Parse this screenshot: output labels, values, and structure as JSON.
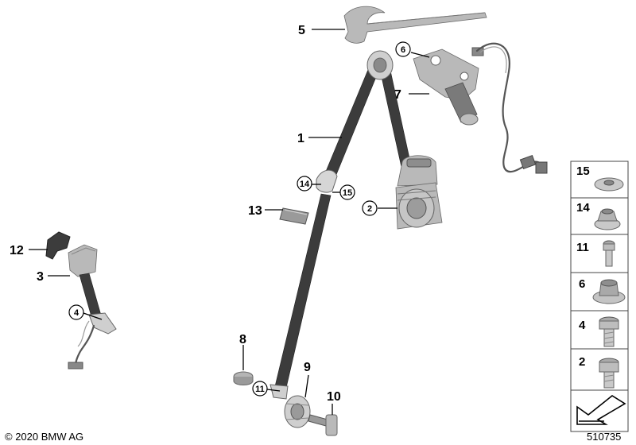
{
  "callouts": {
    "c1": "1",
    "c2": "2",
    "c3": "3",
    "c4": "4",
    "c5": "5",
    "c6": "6",
    "c7": "7",
    "c8": "8",
    "c9": "9",
    "c10": "10",
    "c11": "11",
    "c12": "12",
    "c13": "13",
    "c14": "14",
    "c15": "15"
  },
  "side_panel": {
    "p15": "15",
    "p14": "14",
    "p11": "11",
    "p6": "6",
    "p4": "4",
    "p2": "2"
  },
  "footer": {
    "copyright": "© 2020 BMW AG",
    "diagram_number": "510735"
  }
}
